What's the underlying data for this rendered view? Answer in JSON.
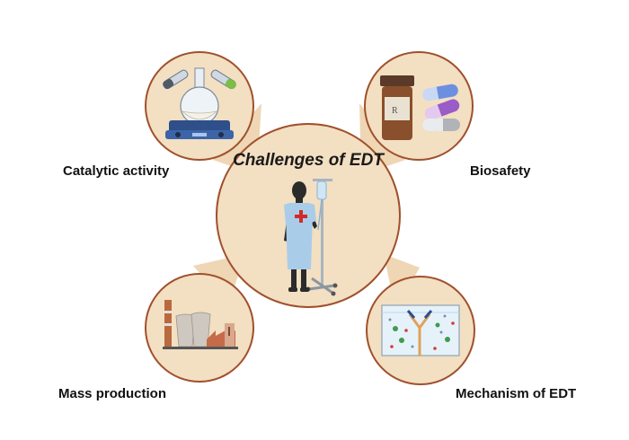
{
  "title": "Challenges of EDT",
  "challenges": [
    {
      "label": "Catalytic activity",
      "icon": "chemistry-lab-flask-icon"
    },
    {
      "label": "Biosafety",
      "icon": "medicine-bottle-capsules-icon"
    },
    {
      "label": "Mass production",
      "icon": "factory-icon"
    },
    {
      "label": "Mechanism of EDT",
      "icon": "antibody-reaction-tank-icon"
    }
  ],
  "center_icon": "patient-with-iv-drip-icon",
  "colors": {
    "circle_fill": "#f3dfc2",
    "circle_stroke": "#a0502c",
    "connector_fill": "#efd6b4",
    "text": "#111111"
  }
}
